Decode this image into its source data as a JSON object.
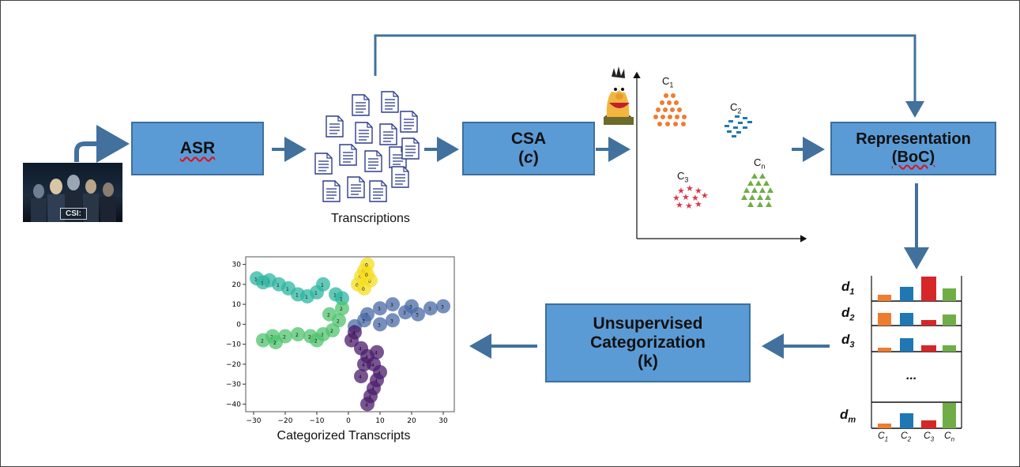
{
  "boxes": {
    "asr": "ASR",
    "csa_line1": "CSA",
    "csa_open": "(",
    "csa_var": "c",
    "csa_close": ")",
    "representation_line1": "Representation",
    "representation_line2": "(BoC)",
    "uc_line1": "Unsupervised",
    "uc_line2": "Categorization",
    "uc_line3": "(k)"
  },
  "tv_still": {
    "logo_text": "CSI:"
  },
  "transcriptions_label": "Transcriptions",
  "categorized_label": "Categorized Transcripts",
  "clusters": {
    "c1": "C",
    "c1_sub": "1",
    "c2": "C",
    "c2_sub": "2",
    "c3": "C",
    "c3_sub": "3",
    "cn": "C",
    "cn_sub": "n"
  },
  "colors": {
    "box_fill": "#5b9bd5",
    "arrow": "#41719c",
    "orange": "#ed7d31",
    "blue": "#1f77b4",
    "red": "#d62728",
    "green": "#70ad47"
  },
  "boc_matrix": {
    "rows": [
      {
        "label": "d",
        "sub": "1"
      },
      {
        "label": "d",
        "sub": "2"
      },
      {
        "label": "d",
        "sub": "3"
      },
      {
        "label": "d",
        "sub": "m"
      }
    ],
    "ellipsis": "...",
    "columns": [
      {
        "label": "C",
        "sub": "1"
      },
      {
        "label": "C",
        "sub": "2"
      },
      {
        "label": "C",
        "sub": "3"
      },
      {
        "label": "C",
        "sub": "n"
      }
    ]
  },
  "chart_data": {
    "type": "scatter",
    "x_ticks": [
      "−30",
      "−20",
      "−10",
      "0",
      "10",
      "20",
      "30"
    ],
    "y_ticks": [
      "30",
      "20",
      "10",
      "0",
      "−10",
      "−20",
      "−30",
      "−40"
    ],
    "xlim": [
      -32,
      33
    ],
    "ylim": [
      -43,
      33
    ],
    "clusters": [
      {
        "color": "#f5dd22",
        "points": [
          [
            4,
            24
          ],
          [
            5,
            27
          ],
          [
            6,
            30
          ],
          [
            7,
            22
          ],
          [
            3,
            20
          ],
          [
            5,
            18
          ],
          [
            6,
            25
          ]
        ]
      },
      {
        "color": "#2db5a0",
        "points": [
          [
            -29,
            23
          ],
          [
            -25,
            22
          ],
          [
            -22,
            20
          ],
          [
            -19,
            18
          ],
          [
            -16,
            15
          ],
          [
            -13,
            14
          ],
          [
            -10,
            16
          ],
          [
            -8,
            20
          ],
          [
            -4,
            15
          ],
          [
            -2,
            13
          ],
          [
            -27,
            21
          ]
        ]
      },
      {
        "color": "#4fc36d",
        "points": [
          [
            -27,
            -8
          ],
          [
            -24,
            -6
          ],
          [
            -20,
            -6
          ],
          [
            -16,
            -5
          ],
          [
            -12,
            -6
          ],
          [
            -8,
            -5
          ],
          [
            -5,
            -3
          ],
          [
            -3,
            2
          ],
          [
            -6,
            5
          ],
          [
            -2,
            8
          ],
          [
            -10,
            -8
          ],
          [
            -23,
            -9
          ]
        ]
      },
      {
        "color": "#4a6aa5",
        "points": [
          [
            6,
            5
          ],
          [
            10,
            8
          ],
          [
            14,
            10
          ],
          [
            18,
            6
          ],
          [
            22,
            5
          ],
          [
            26,
            8
          ],
          [
            30,
            9
          ],
          [
            14,
            2
          ],
          [
            10,
            0
          ],
          [
            5,
            2
          ],
          [
            2,
            -1
          ],
          [
            20,
            9
          ]
        ]
      },
      {
        "color": "#4b1b6b",
        "points": [
          [
            1,
            -8
          ],
          [
            4,
            -12
          ],
          [
            6,
            -16
          ],
          [
            8,
            -20
          ],
          [
            10,
            -24
          ],
          [
            9,
            -28
          ],
          [
            8,
            -32
          ],
          [
            7,
            -36
          ],
          [
            6,
            -40
          ],
          [
            5,
            -20
          ],
          [
            4,
            -26
          ],
          [
            9,
            -14
          ],
          [
            2,
            -4
          ]
        ]
      }
    ]
  }
}
